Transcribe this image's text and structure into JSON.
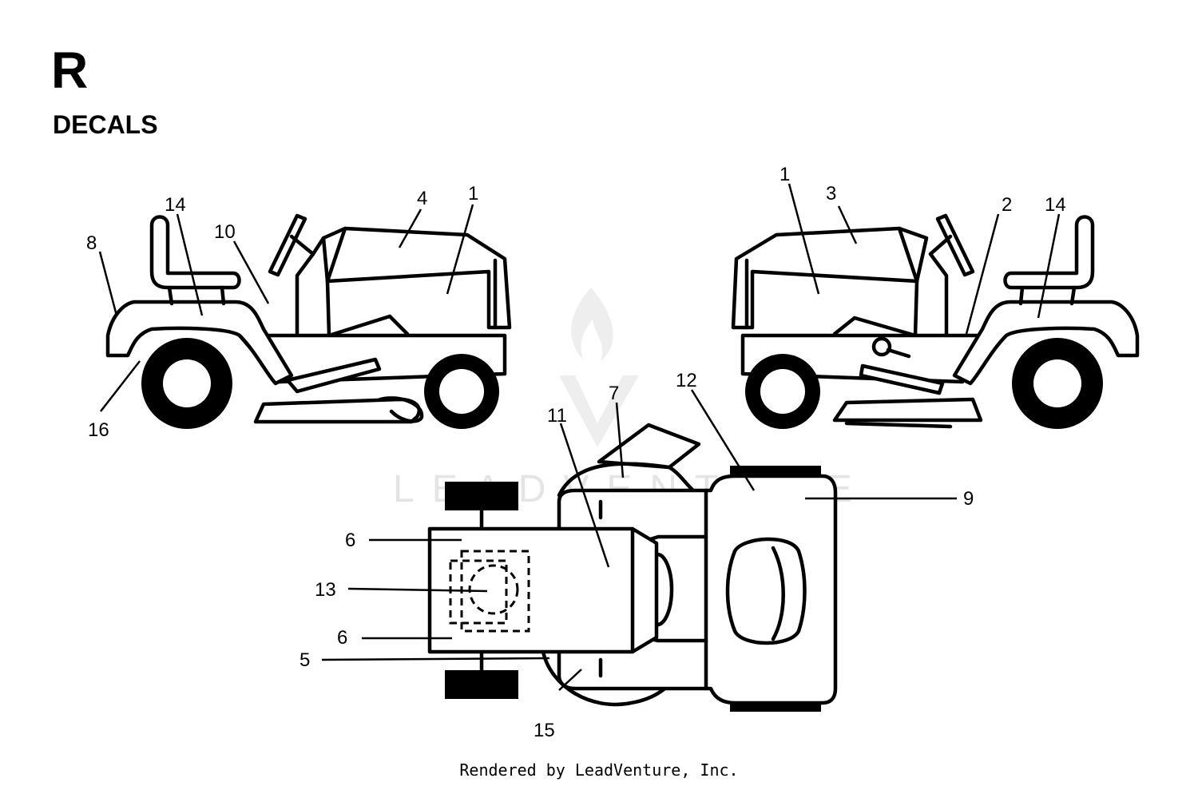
{
  "header": {
    "section_letter": "R",
    "section_title": "DECALS"
  },
  "watermark": {
    "text": "LEADVENTURE"
  },
  "footer": {
    "text": "Rendered by LeadVenture, Inc."
  },
  "callouts": {
    "left_view": [
      "8",
      "14",
      "10",
      "4",
      "1",
      "16"
    ],
    "right_view": [
      "1",
      "3",
      "2",
      "14"
    ],
    "top_view": [
      "7",
      "11",
      "12",
      "9",
      "6",
      "13",
      "6",
      "5",
      "15"
    ]
  }
}
